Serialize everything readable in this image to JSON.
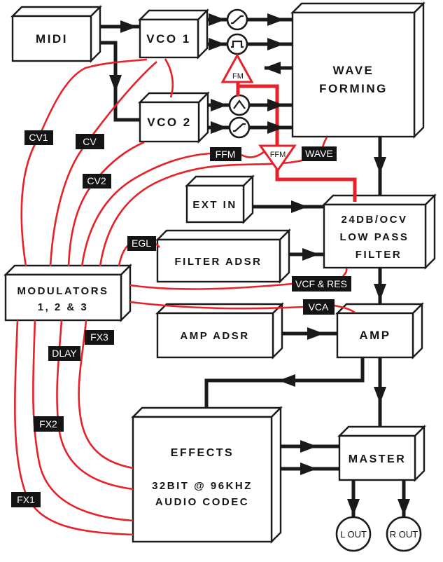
{
  "diagram": {
    "title_semantic": "synth-signal-flow",
    "boxes": {
      "midi": "MIDI",
      "vco1": "VCO 1",
      "vco2": "VCO 2",
      "wave_forming_l1": "WAVE",
      "wave_forming_l2": "FORMING",
      "ext_in": "EXT IN",
      "filter_l1": "24DB/OCV",
      "filter_l2": "LOW PASS",
      "filter_l3": "FILTER",
      "filter_adsr": "FILTER ADSR",
      "modulators_l1": "MODULATORS",
      "modulators_l2": "1, 2 & 3",
      "amp_adsr": "AMP ADSR",
      "amp": "AMP",
      "effects_l1": "EFFECTS",
      "effects_l2": "32BIT @ 96KHZ",
      "effects_l3": "AUDIO CODEC",
      "master": "MASTER"
    },
    "outputs": {
      "left": "L OUT",
      "right": "R OUT"
    },
    "mod_nodes": {
      "fm": "FM",
      "ffm": "FFM"
    },
    "signal_labels": {
      "cv1": "CV1",
      "cv": "CV",
      "cv2": "CV2",
      "ffm": "FFM",
      "wave": "WAVE",
      "egl": "EGL",
      "vcf_res": "VCF & RES",
      "vca": "VCA",
      "fx3": "FX3",
      "dlay": "DLAY",
      "fx2": "FX2",
      "fx1": "FX1"
    },
    "icons": [
      "saw-wave-icon",
      "square-wave-icon",
      "triangle-wave-icon",
      "saw-wave-icon"
    ],
    "colors": {
      "signal_black": "#1a1a1a",
      "modulation_red": "#e62129",
      "label_bg": "#141414",
      "box_fill": "#ffffff"
    }
  }
}
